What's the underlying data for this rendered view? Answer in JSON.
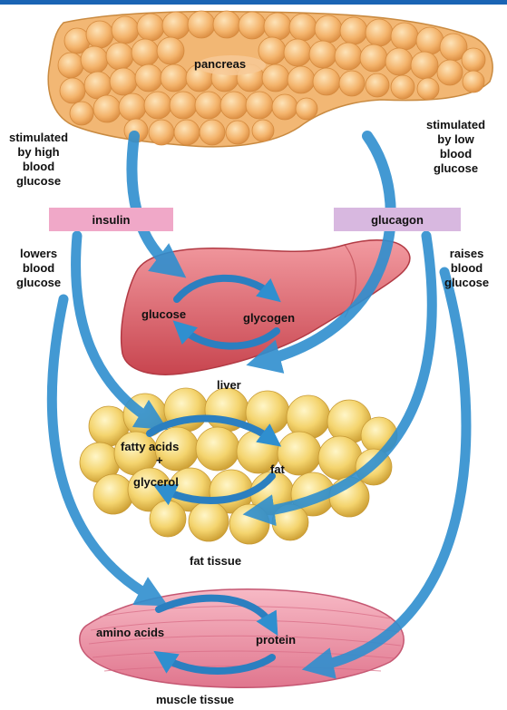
{
  "labels": {
    "pancreas": "pancreas",
    "stimulated_high": "stimulated\nby high\nblood\nglucose",
    "stimulated_low": "stimulated\nby low\nblood\nglucose",
    "insulin": "insulin",
    "glucagon": "glucagon",
    "lowers": "lowers\nblood\nglucose",
    "raises": "raises\nblood\nglucose",
    "glucose": "glucose",
    "glycogen": "glycogen",
    "liver": "liver",
    "fatty_acids": "fatty acids",
    "plus": "+",
    "glycerol": "glycerol",
    "fat": "fat",
    "fat_tissue": "fat tissue",
    "amino_acids": "amino acids",
    "protein": "protein",
    "muscle_tissue": "muscle tissue"
  },
  "colors": {
    "top_bar": "#1a64b4",
    "insulin_tag": "#f0a8c8",
    "glucagon_tag": "#d8b8e0",
    "arrow": "#2f8fcf",
    "arrow_light": "#bfe0f2",
    "pancreas": "#f2b774",
    "liver": "#e5737a",
    "fat": "#f3d57a",
    "muscle": "#ef93a8"
  }
}
